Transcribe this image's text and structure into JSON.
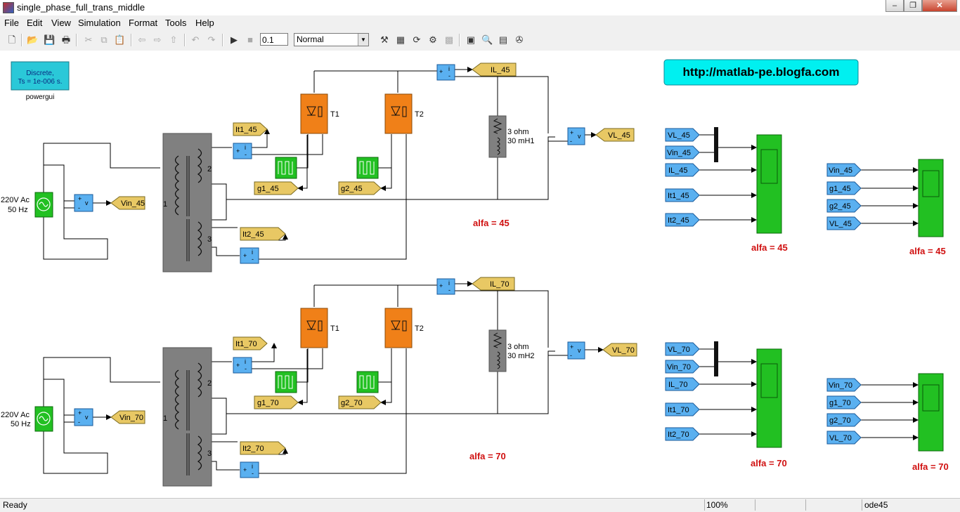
{
  "window": {
    "title": "single_phase_full_trans_middle"
  },
  "menu": [
    "File",
    "Edit",
    "View",
    "Simulation",
    "Format",
    "Tools",
    "Help"
  ],
  "toolbar": {
    "stop_time": "0.1",
    "sim_mode": "Normal"
  },
  "powergui": {
    "line1": "Discrete,",
    "line2": "Ts = 1e-006 s.",
    "label": "powergui"
  },
  "url_label": "http://matlab-pe.blogfa.com",
  "circuits": [
    {
      "source_label1": "220V Ac",
      "source_label2": "50 Hz",
      "vin": "Vin_45",
      "it1": "It1_45",
      "it2": "It2_45",
      "g1": "g1_45",
      "g2": "g2_45",
      "il": "IL_45",
      "vl": "VL_45",
      "load1": "3 ohm",
      "load2": "30 mH1",
      "alfa": "alfa = 45",
      "t1": "T1",
      "t2": "T2",
      "w1": "1",
      "w2": "2",
      "w3": "3"
    },
    {
      "source_label1": "220V Ac",
      "source_label2": "50 Hz",
      "vin": "Vin_70",
      "it1": "It1_70",
      "it2": "It2_70",
      "g1": "g1_70",
      "g2": "g2_70",
      "il": "IL_70",
      "vl": "VL_70",
      "load1": "3 ohm",
      "load2": "30 mH2",
      "alfa": "alfa = 70",
      "t1": "T1",
      "t2": "T2",
      "w1": "1",
      "w2": "2",
      "w3": "3"
    }
  ],
  "scopes": [
    {
      "inputs": [
        "VL_45",
        "Vin_45",
        "IL_45",
        "It1_45",
        "It2_45"
      ],
      "label": "alfa = 45"
    },
    {
      "inputs": [
        "Vin_45",
        "g1_45",
        "g2_45",
        "VL_45"
      ],
      "label": "alfa = 45"
    },
    {
      "inputs": [
        "VL_70",
        "Vin_70",
        "IL_70",
        "It1_70",
        "It2_70"
      ],
      "label": "alfa = 70"
    },
    {
      "inputs": [
        "Vin_70",
        "g1_70",
        "g2_70",
        "VL_70"
      ],
      "label": "alfa = 70"
    }
  ],
  "status": {
    "left": "Ready",
    "zoom": "100%",
    "solver": "ode45"
  },
  "colors": {
    "canvas": "#ffffff",
    "block_blue": "#5ab0f0",
    "goto_yellow": "#e8c864",
    "thyristor_orange": "#f08018",
    "green": "#22c022",
    "transformer_gray": "#808080",
    "powergui_cyan": "#2ac8d8",
    "url_cyan": "#00f0f0",
    "alfa_red": "#d01010"
  }
}
